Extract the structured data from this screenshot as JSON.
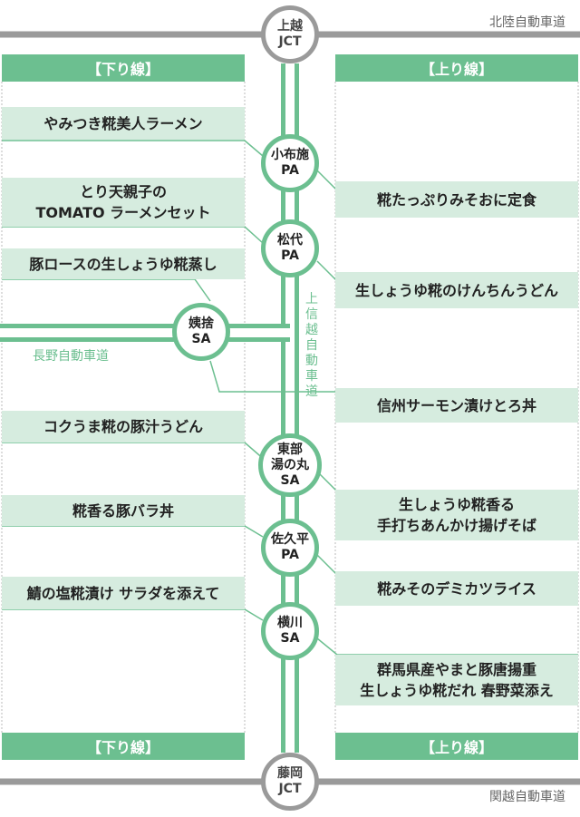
{
  "top_jct": {
    "line1": "上越",
    "line2": "JCT"
  },
  "bottom_jct": {
    "line1": "藤岡",
    "line2": "JCT"
  },
  "roads": {
    "top_right": "北陸自動車道",
    "bottom_right": "関越自動車道",
    "left_branch": "長野自動車道",
    "main_vertical": "上信越自動車道"
  },
  "headers": {
    "down": "【下り線】",
    "up": "【上り線】"
  },
  "stations": [
    {
      "line1": "小布施",
      "line2": "PA"
    },
    {
      "line1": "松代",
      "line2": "PA"
    },
    {
      "line1": "姨捨",
      "line2": "SA"
    },
    {
      "line1": "東部",
      "line2": "湯の丸",
      "line3": "SA"
    },
    {
      "line1": "佐久平",
      "line2": "PA"
    },
    {
      "line1": "横川",
      "line2": "SA"
    }
  ],
  "down_items": [
    [
      "やみつき糀美人ラーメン"
    ],
    [
      "とり天親子の",
      "TOMATO ラーメンセット"
    ],
    [
      "豚ロースの生しょうゆ糀蒸し"
    ],
    [
      "コクうま糀の豚汁うどん"
    ],
    [
      "糀香る豚バラ丼"
    ],
    [
      "鯖の塩糀漬け サラダを添えて"
    ]
  ],
  "up_items": [
    [
      "糀たっぷりみそおに定食"
    ],
    [
      "生しょうゆ糀のけんちんうどん"
    ],
    [
      "信州サーモン漬けとろ丼"
    ],
    [
      "生しょうゆ糀香る",
      "手打ちあんかけ揚げそば"
    ],
    [
      "糀みそのデミカツライス"
    ],
    [
      "群馬県産やまと豚唐揚重",
      "生しょうゆ糀だれ 春野菜添え"
    ]
  ],
  "colors": {
    "accent": "#6cbf90",
    "light": "#d6ecdf",
    "gray": "#9a9a9a"
  }
}
